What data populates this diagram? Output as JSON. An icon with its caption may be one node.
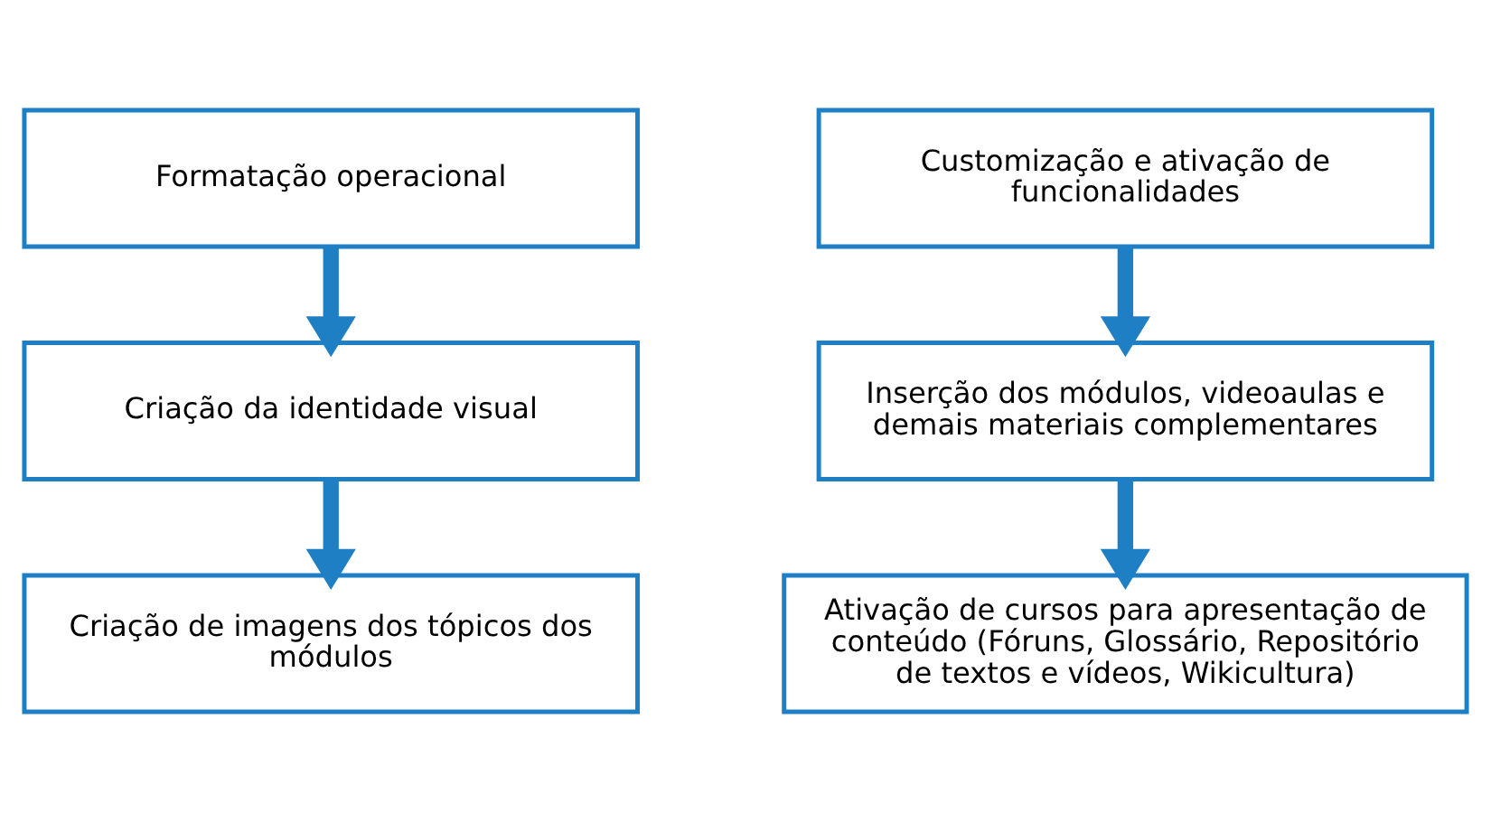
{
  "diagram": {
    "nodes": [
      {
        "text": [
          "Formatação operacional"
        ]
      },
      {
        "text": [
          "Customização e ativação de funcionalidades"
        ]
      },
      {
        "text": [
          "Criação da identidade visual"
        ]
      },
      {
        "text": [
          "Inserção dos módulos, videoaulas e demais materiais complementares"
        ]
      },
      {
        "text": [
          "Criação de imagens dos tópicos dos módulos"
        ]
      },
      {
        "text": [
          "Ativação de cursos para apresentação de conteúdo (Fóruns, Glossário, Repositório de textos e vídeos, Wikicultura)"
        ]
      }
    ],
    "edges": [
      {
        "from": 0,
        "to": 2,
        "arrow": "to"
      },
      {
        "from": 2,
        "to": 4,
        "arrow": "to"
      },
      {
        "from": 1,
        "to": 3,
        "arrow": "to"
      },
      {
        "from": 3,
        "to": 5,
        "arrow": "to"
      }
    ]
  }
}
